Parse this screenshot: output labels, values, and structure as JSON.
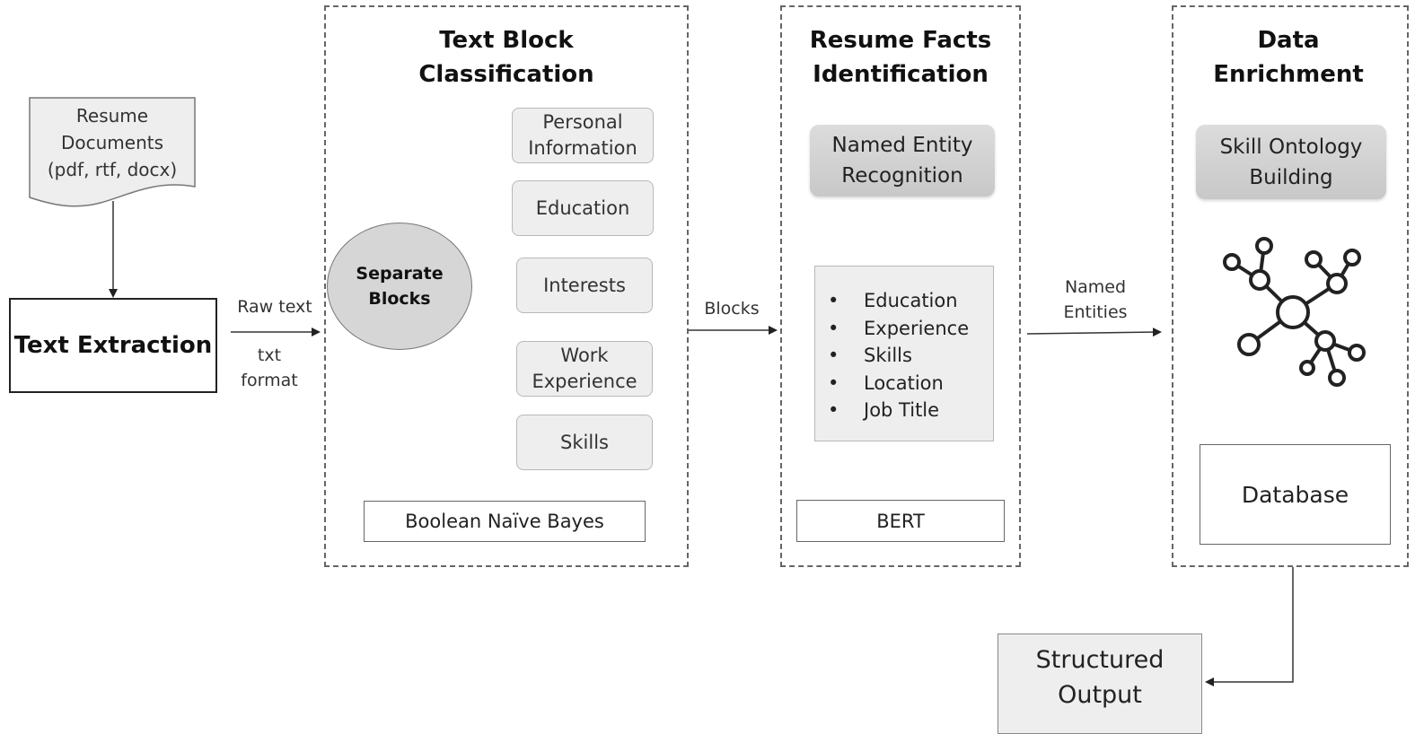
{
  "input_document": {
    "text": "Resume\nDocuments\n(pdf, rtf, docx)"
  },
  "text_extraction": {
    "label": "Text Extraction"
  },
  "edges": {
    "raw_text": "Raw text",
    "txt_format": "txt\nformat",
    "blocks": "Blocks",
    "named_entities": "Named\nEntities"
  },
  "classification": {
    "title": "Text Block\nClassification",
    "center_node": "Separate\nBlocks",
    "categories": [
      "Personal\nInformation",
      "Education",
      "Interests",
      "Work\nExperience",
      "Skills"
    ],
    "algorithm": "Boolean Naïve Bayes"
  },
  "facts": {
    "title": "Resume Facts\nIdentification",
    "method": "Named Entity\nRecognition",
    "bullet_glyph": "•",
    "entities": [
      "Education",
      "Experience",
      "Skills",
      "Location",
      "Job Title"
    ],
    "algorithm": "BERT"
  },
  "enrichment": {
    "title": "Data\nEnrichment",
    "method": "Skill Ontology\nBuilding",
    "network_icon": "network-graph-icon",
    "database": "Database"
  },
  "output": {
    "label": "Structured\nOutput"
  }
}
